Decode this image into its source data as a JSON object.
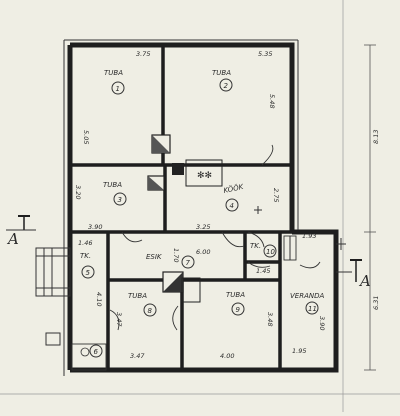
{
  "colors": {
    "paper": "#efeee4",
    "ink": "#1e1e1e"
  },
  "rooms": [
    {
      "name": "TUBA",
      "number": "1"
    },
    {
      "name": "TUBA",
      "number": "2"
    },
    {
      "name": "TUBA",
      "number": "3"
    },
    {
      "name": "KÖÖK",
      "number": "4"
    },
    {
      "name": "TK.",
      "number": "5"
    },
    {
      "name": "",
      "number": "6"
    },
    {
      "name": "ESIK",
      "number": "7"
    },
    {
      "name": "TUBA",
      "number": "8"
    },
    {
      "name": "TUBA",
      "number": "9"
    },
    {
      "name": "TK.",
      "number": "10"
    },
    {
      "name": "VERANDA",
      "number": "11"
    }
  ],
  "dimensions": {
    "room1_width": "3.75",
    "room2_width": "5.35",
    "room1_height": "5.05",
    "room2_height": "5.48",
    "room3_height": "3.20",
    "room4_height": "2.75",
    "room3_width": "3.90",
    "room4_width": "3.25",
    "tk5_width": "1.46",
    "tk10_width": "1.45",
    "veranda_width": "1.93",
    "esik_width": "6.00",
    "esik_height": "1.70",
    "tk5_height": "4.10",
    "room8_height": "3.47",
    "room9_height": "3.48",
    "veranda_height": "3.90",
    "room8_width": "3.47",
    "room9_width": "4.00",
    "veranda_bottom": "1.95",
    "total_height_upper": "8.13",
    "total_height_lower": "6.31"
  },
  "section_marks": {
    "left": "A",
    "right": "A"
  }
}
